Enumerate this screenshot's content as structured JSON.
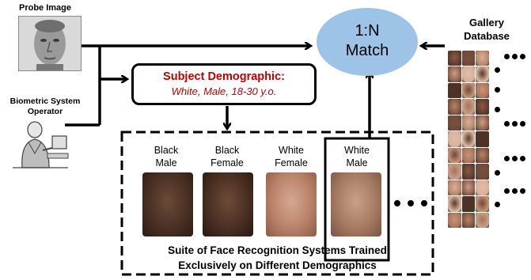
{
  "probe": {
    "label": "Probe Image"
  },
  "operator": {
    "label_line1": "Biometric System",
    "label_line2": "Operator"
  },
  "demographic": {
    "title": "Subject Demographic:",
    "value": "White, Male, 18-30 y.o."
  },
  "match": {
    "line1": "1:N",
    "line2": "Match"
  },
  "gallery": {
    "label_line1": "Gallery",
    "label_line2": "Database"
  },
  "suite": {
    "faces": [
      {
        "line1": "Black",
        "line2": "Male"
      },
      {
        "line1": "Black",
        "line2": "Female"
      },
      {
        "line1": "White",
        "line2": "Female"
      },
      {
        "line1": "White",
        "line2": "Male"
      }
    ],
    "caption_line1": "Suite of Face Recognition Systems Trained",
    "caption_line2": "Exclusively on Different  Demographics"
  },
  "colors": {
    "accent_red": "#c00000",
    "match_fill": "#9dc3e6"
  }
}
